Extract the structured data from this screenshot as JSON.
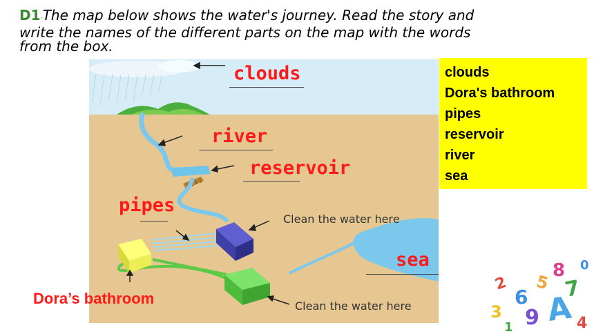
{
  "instruction": {
    "tag": "D1",
    "line1": "The map below shows the water's journey. Read the story and",
    "line2": "write the names of the different parts on the map with the words",
    "line3": "from the box."
  },
  "map": {
    "answers": {
      "clouds": "clouds",
      "river": "river",
      "reservoir": "reservoir",
      "pipes": "pipes",
      "sea": "sea",
      "bathroom": "Dora’s bathroom"
    },
    "notes": {
      "clean_top": "Clean the water here",
      "clean_bottom": "Clean the water here"
    }
  },
  "word_box": {
    "words": [
      "clouds",
      "Dora's bathroom",
      "pipes",
      "reservoir",
      "river",
      "sea"
    ]
  },
  "colors": {
    "answer": "#ff1a1a",
    "box": "#ffff00",
    "sand": "#e6c791",
    "water": "#7cc8ec",
    "accent": "#3a8a2f"
  }
}
